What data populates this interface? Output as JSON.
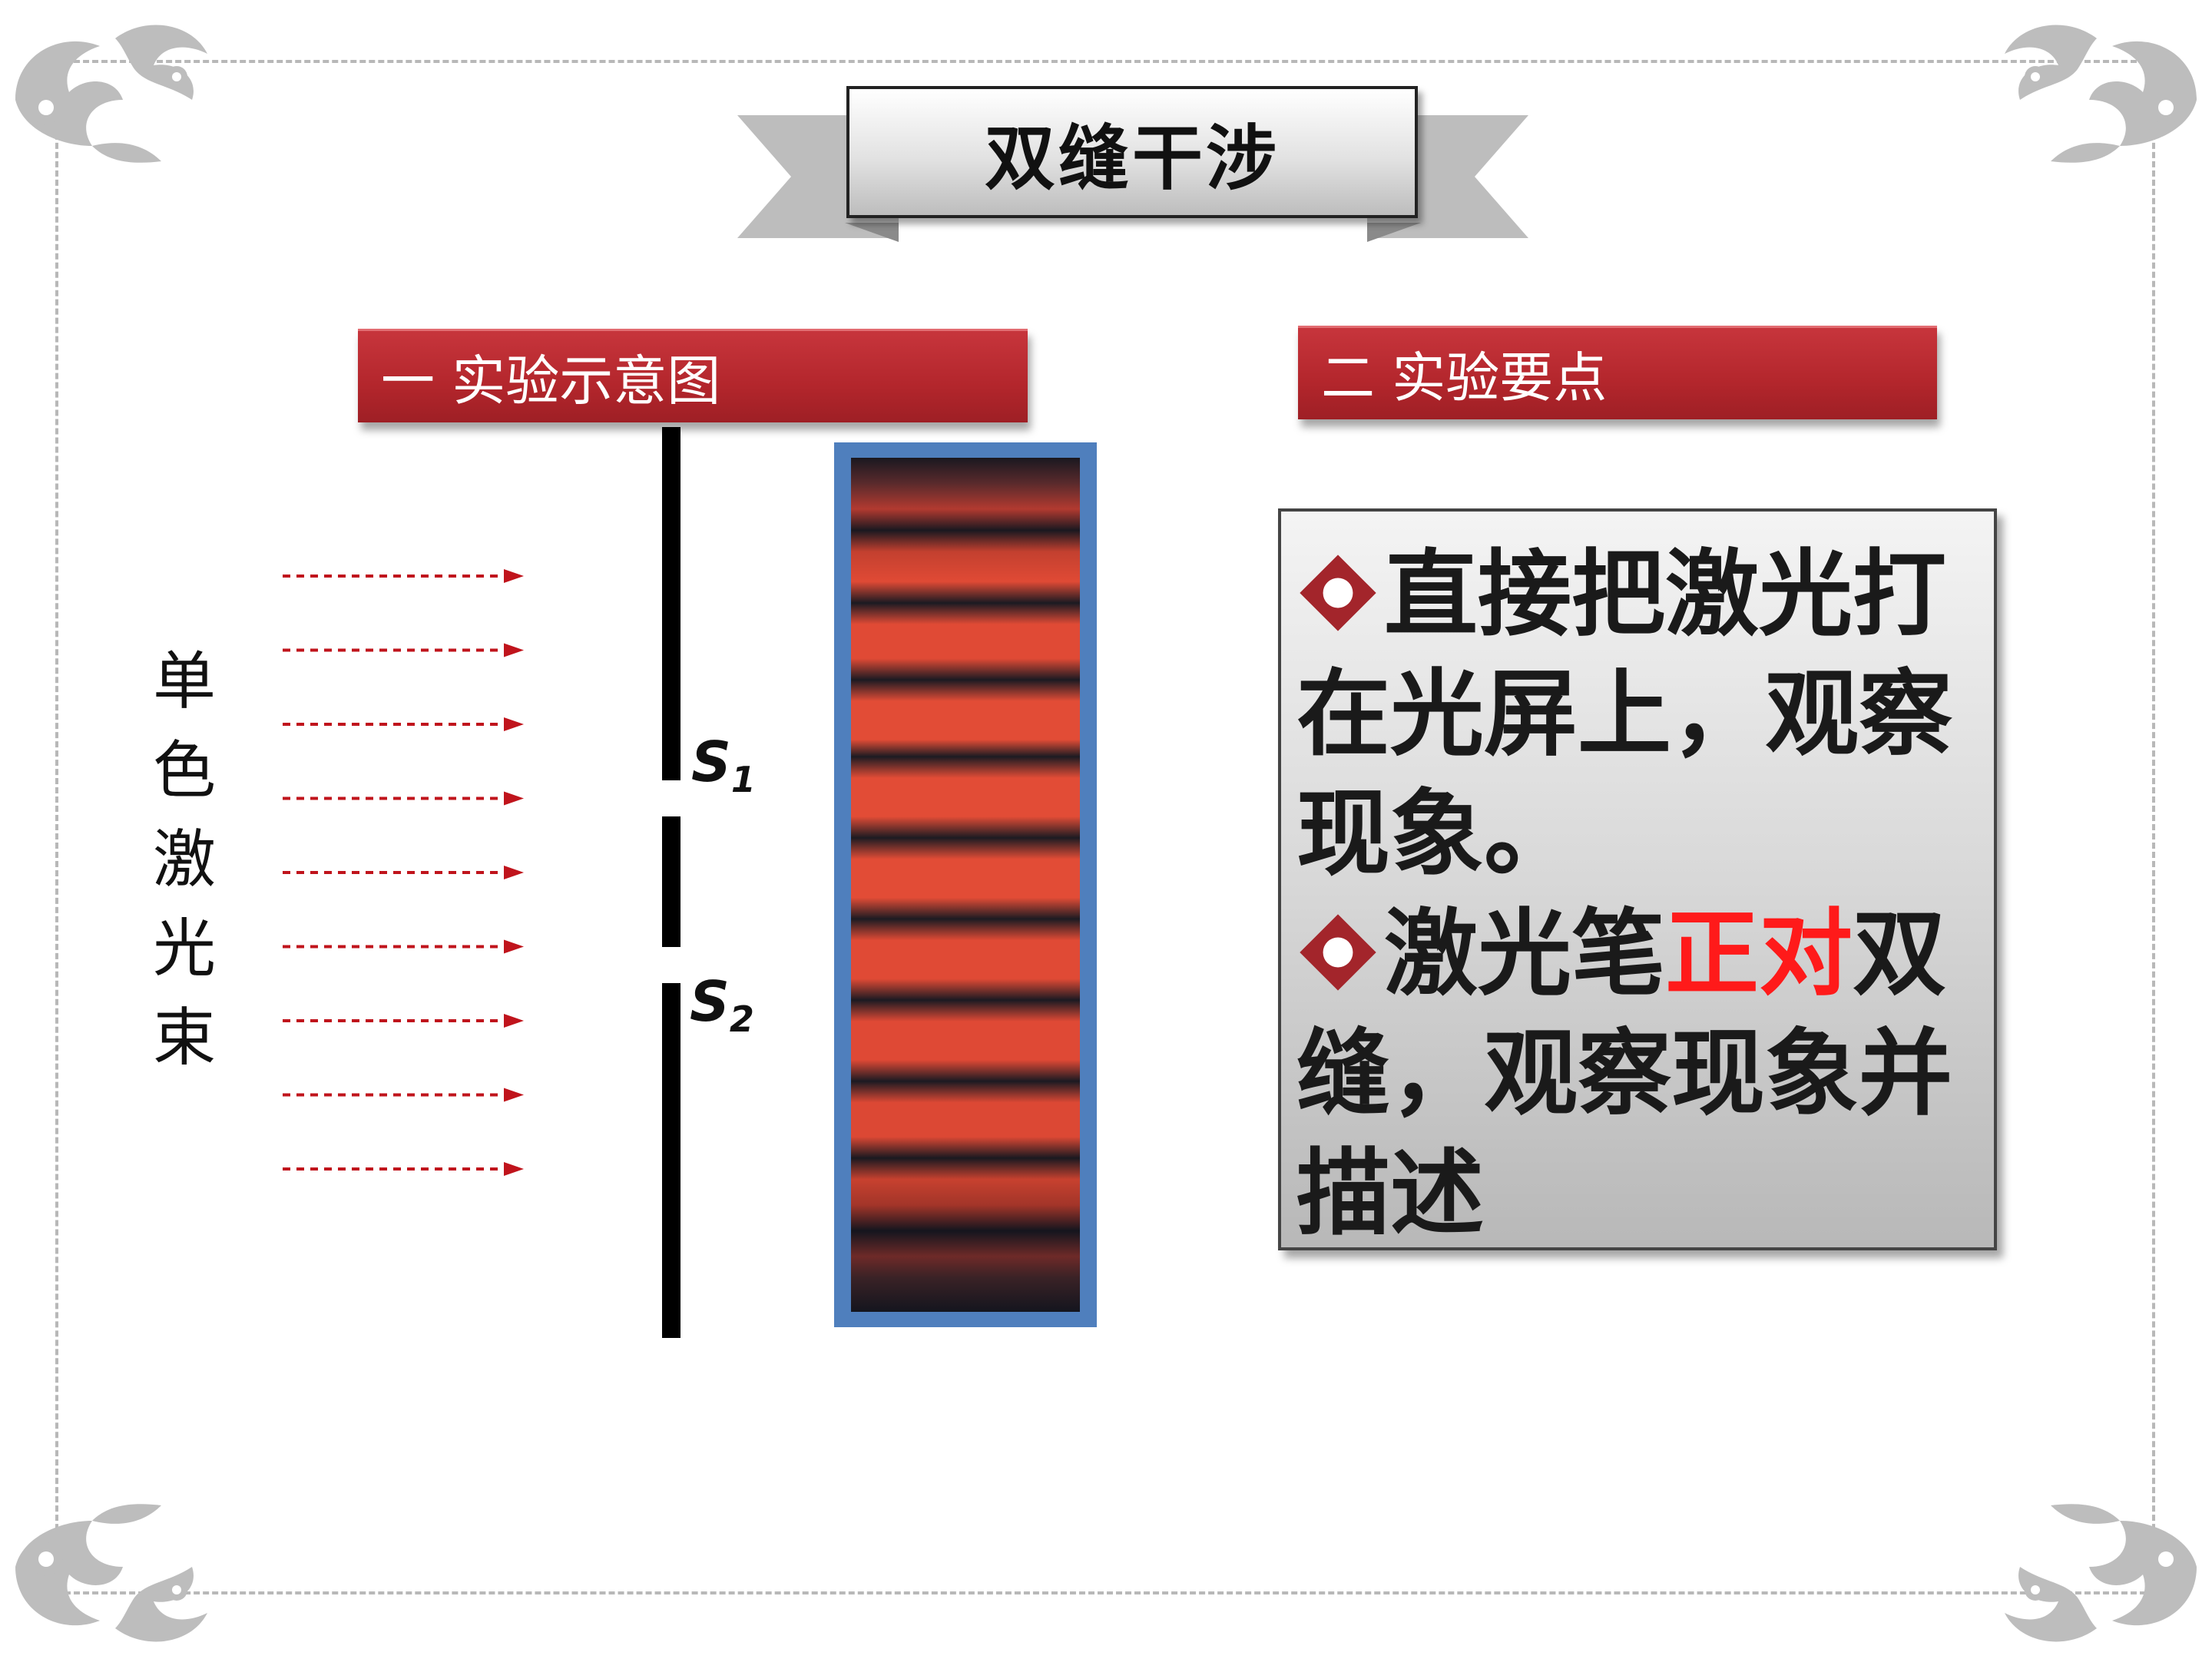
{
  "title": "双缝干涉",
  "section1": {
    "header": "一 实验示意图"
  },
  "section2": {
    "header": "二 实验要点"
  },
  "diagram": {
    "light_label": [
      "单",
      "色",
      "激",
      "光",
      "束"
    ],
    "slit1_label": "S",
    "slit1_sub": "1",
    "slit2_label": "S",
    "slit2_sub": "2"
  },
  "points": {
    "item1": "直接把激光打在光屏上，观察现象。",
    "item2_prefix": "激光笔",
    "item2_highlight": "正对",
    "item2_suffix": "双缝，观察现象并描述"
  },
  "colors": {
    "section_header_red": "#b3262c",
    "highlight_red": "#ff1a1a",
    "screen_border_blue": "#4f7fbd",
    "fringe_red": "#e04a35",
    "fringe_dark": "#14151e",
    "arrow_red": "#c0141c"
  },
  "icons": [
    "diamond-bullet-icon",
    "ornament-corner-icon",
    "dashed-arrow-icon"
  ]
}
